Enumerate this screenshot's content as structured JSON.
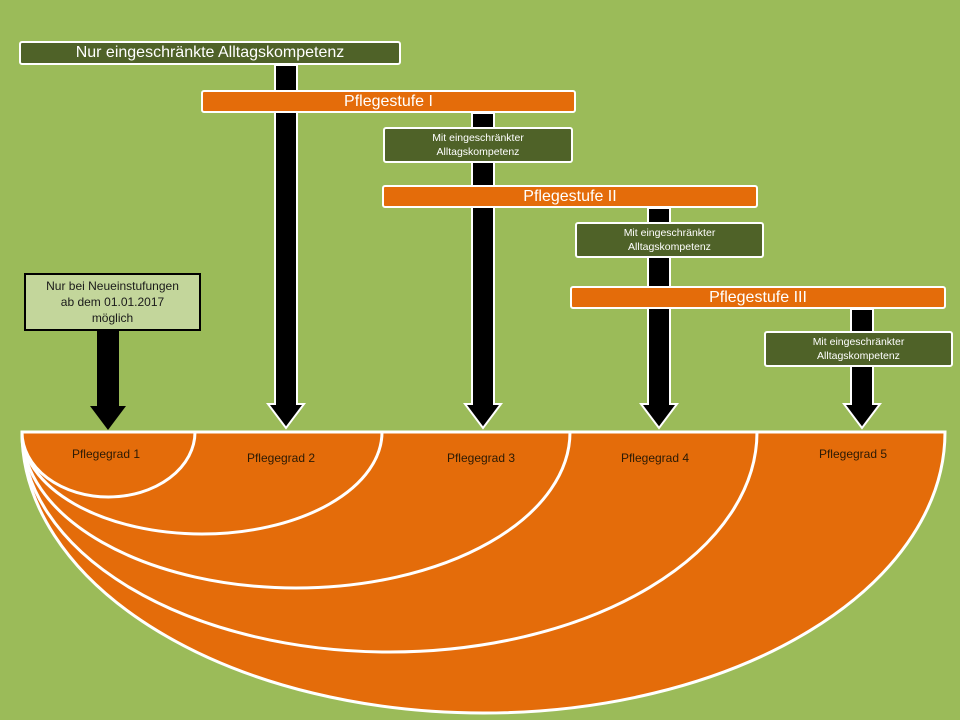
{
  "diagram": {
    "title_box": "Nur eingeschränkte Alltagskompetenz",
    "note_box": [
      "Nur bei Neueinstufungen",
      "ab dem 01.01.2017",
      "möglich"
    ],
    "stufen": [
      {
        "label": "Pflegestufe I",
        "with_ea": "Mit eingeschränkter Alltagskompetenz",
        "with_ea_lines": [
          "Mit eingeschränkter",
          "Alltagskompetenz"
        ]
      },
      {
        "label": "Pflegestufe II",
        "with_ea": "Mit eingeschränkter Alltagskompetenz",
        "with_ea_lines": [
          "Mit eingeschränkter",
          "Alltagskompetenz"
        ]
      },
      {
        "label": "Pflegestufe III",
        "with_ea": "Mit eingeschränkter Alltagskompetenz",
        "with_ea_lines": [
          "Mit eingeschränkter",
          "Alltagskompetenz"
        ]
      }
    ],
    "pflegegrade": [
      "Pflegegrad 1",
      "Pflegegrad 2",
      "Pflegegrad 3",
      "Pflegegrad 4",
      "Pflegegrad 5"
    ],
    "mapping": [
      {
        "from": "Nur bei Neueinstufungen ab dem 01.01.2017 möglich",
        "to": "Pflegegrad 1"
      },
      {
        "from": "Nur eingeschränkte Alltagskompetenz / Pflegestufe I",
        "to": "Pflegegrad 2"
      },
      {
        "from": "Pflegestufe I mit eingeschränkter Alltagskompetenz / Pflegestufe II",
        "to": "Pflegegrad 3"
      },
      {
        "from": "Pflegestufe II mit eingeschränkter Alltagskompetenz / Pflegestufe III",
        "to": "Pflegegrad 4"
      },
      {
        "from": "Pflegestufe III mit eingeschränkter Alltagskompetenz",
        "to": "Pflegegrad 5"
      }
    ]
  },
  "colors": {
    "background": "#9bbb59",
    "dark_green": "#4f6228",
    "orange": "#e46c0a",
    "light_green": "#c3d69b",
    "arrow": "#000000",
    "outline": "#ffffff"
  }
}
